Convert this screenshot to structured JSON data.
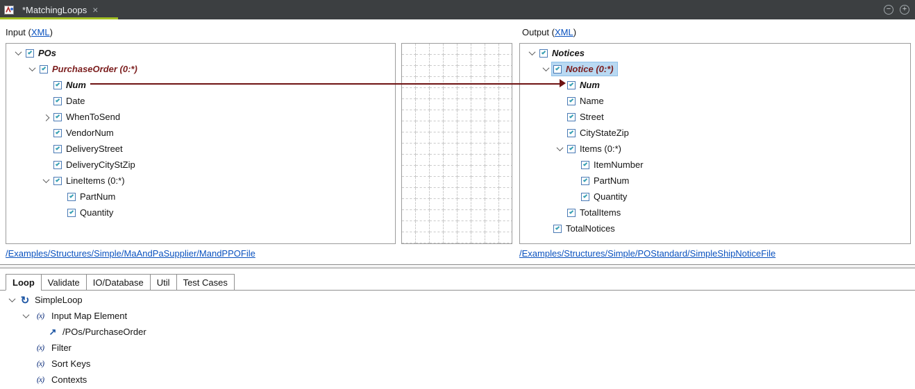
{
  "titlebar": {
    "tab_title": "*MatchingLoops",
    "close_glyph": "×",
    "collapse_glyph": "−",
    "expand_glyph": "+"
  },
  "header": {
    "input_prefix": "Input (",
    "input_link": "XML",
    "input_suffix": ")",
    "output_prefix": "Output (",
    "output_link": "XML",
    "output_suffix": ")"
  },
  "input_tree": {
    "items": [
      {
        "label": "POs",
        "indent": 0,
        "exp": "open",
        "style": "bold"
      },
      {
        "label": "PurchaseOrder (0:*)",
        "indent": 1,
        "exp": "open",
        "style": "bold-red"
      },
      {
        "label": "Num",
        "indent": 2,
        "exp": "none",
        "style": "bold"
      },
      {
        "label": "Date",
        "indent": 2,
        "exp": "none",
        "style": "normal"
      },
      {
        "label": "WhenToSend",
        "indent": 2,
        "exp": "closed",
        "style": "normal"
      },
      {
        "label": "VendorNum",
        "indent": 2,
        "exp": "none",
        "style": "normal"
      },
      {
        "label": "DeliveryStreet",
        "indent": 2,
        "exp": "none",
        "style": "normal"
      },
      {
        "label": "DeliveryCityStZip",
        "indent": 2,
        "exp": "none",
        "style": "normal"
      },
      {
        "label": "LineItems (0:*)",
        "indent": 2,
        "exp": "open",
        "style": "normal"
      },
      {
        "label": "PartNum",
        "indent": 3,
        "exp": "none",
        "style": "normal"
      },
      {
        "label": "Quantity",
        "indent": 3,
        "exp": "none",
        "style": "normal"
      }
    ],
    "file_link": "/Examples/Structures/Simple/MaAndPaSupplier/MandPPOFile"
  },
  "output_tree": {
    "items": [
      {
        "label": "Notices",
        "indent": 0,
        "exp": "open",
        "style": "bold"
      },
      {
        "label": "Notice (0:*)",
        "indent": 1,
        "exp": "open",
        "style": "bold-red",
        "selected": true
      },
      {
        "label": "Num",
        "indent": 2,
        "exp": "none",
        "style": "bold"
      },
      {
        "label": "Name",
        "indent": 2,
        "exp": "none",
        "style": "normal"
      },
      {
        "label": "Street",
        "indent": 2,
        "exp": "none",
        "style": "normal"
      },
      {
        "label": "CityStateZip",
        "indent": 2,
        "exp": "none",
        "style": "normal"
      },
      {
        "label": "Items (0:*)",
        "indent": 2,
        "exp": "open",
        "style": "normal"
      },
      {
        "label": "ItemNumber",
        "indent": 3,
        "exp": "none",
        "style": "normal"
      },
      {
        "label": "PartNum",
        "indent": 3,
        "exp": "none",
        "style": "normal"
      },
      {
        "label": "Quantity",
        "indent": 3,
        "exp": "none",
        "style": "normal"
      },
      {
        "label": "TotalItems",
        "indent": 2,
        "exp": "none",
        "style": "normal"
      },
      {
        "label": "TotalNotices",
        "indent": 1,
        "exp": "none",
        "style": "normal"
      }
    ],
    "file_link": "/Examples/Structures/Simple/POStandard/SimpleShipNoticeFile"
  },
  "mapping": {
    "source": "Num",
    "target": "Num"
  },
  "bottom": {
    "tabs": [
      {
        "label": "Loop",
        "active": true
      },
      {
        "label": "Validate",
        "active": false
      },
      {
        "label": "IO/Database",
        "active": false
      },
      {
        "label": "Util",
        "active": false
      },
      {
        "label": "Test Cases",
        "active": false
      }
    ],
    "tree": [
      {
        "label": "SimpleLoop",
        "indent": 0,
        "exp": "open",
        "icon": "loop"
      },
      {
        "label": "Input Map Element",
        "indent": 1,
        "exp": "open",
        "icon": "expression"
      },
      {
        "label": "/POs/PurchaseOrder",
        "indent": 2,
        "exp": "none",
        "icon": "xpath"
      },
      {
        "label": "Filter",
        "indent": 1,
        "exp": "none",
        "icon": "expression"
      },
      {
        "label": "Sort Keys",
        "indent": 1,
        "exp": "none",
        "icon": "expression"
      },
      {
        "label": "Contexts",
        "indent": 1,
        "exp": "none",
        "icon": "expression"
      }
    ]
  },
  "colors": {
    "titlebar_bg": "#3c3f41",
    "active_tab_underline": "#a2c022",
    "mapping_line": "#6e1212",
    "mapped_node_text": "#7b1d1d",
    "selection_bg": "#b9d9f2",
    "link_blue": "#0a52bf"
  }
}
